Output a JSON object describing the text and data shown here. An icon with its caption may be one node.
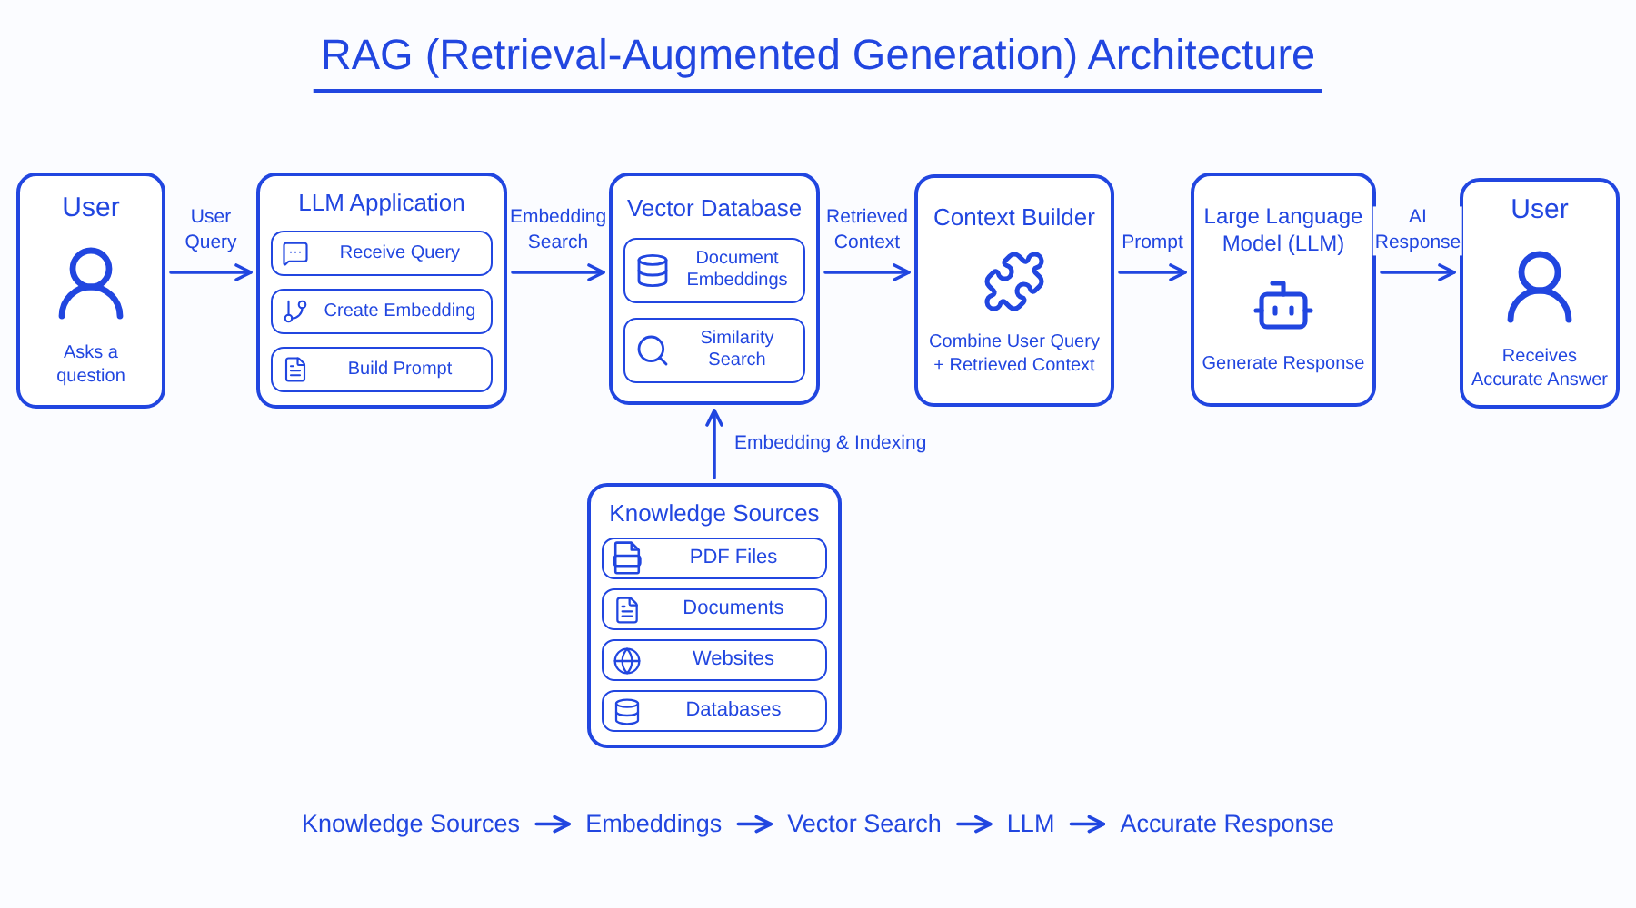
{
  "diagram": {
    "title": "RAG (Retrieval-Augmented Generation) Architecture",
    "nodes": [
      {
        "text": [
          "User",
          "Asks a question"
        ]
      },
      {
        "text": [
          "LLM Application"
        ]
      },
      {
        "text": [
          "Receive Query"
        ],
        "in": 1
      },
      {
        "text": [
          "Create Embedding"
        ],
        "in": 1
      },
      {
        "text": [
          "Build Prompt"
        ],
        "in": 1
      },
      {
        "text": [
          "Vector Database"
        ]
      },
      {
        "text": [
          "Document Embeddings"
        ],
        "in": 5
      },
      {
        "text": [
          "Similarity Search"
        ],
        "in": 5
      },
      {
        "text": [
          "Context Builder",
          "Combine User Query + Retrieved Context"
        ]
      },
      {
        "text": [
          "Large Language Model (LLM)",
          "Generate Response"
        ]
      },
      {
        "text": [
          "User",
          "Receives Accurate Answer"
        ]
      },
      {
        "text": [
          "Knowledge Sources"
        ]
      },
      {
        "text": [
          "PDF Files"
        ],
        "in": 11
      },
      {
        "text": [
          "Documents"
        ],
        "in": 11
      },
      {
        "text": [
          "Websites"
        ],
        "in": 11
      },
      {
        "text": [
          "Databases"
        ],
        "in": 11
      },
      {
        "text": [
          "Knowledge Sources"
        ]
      },
      {
        "text": [
          "Embeddings"
        ]
      },
      {
        "text": [
          "Vector Search"
        ]
      },
      {
        "text": [
          "LLM"
        ]
      },
      {
        "text": [
          "Accurate Response"
        ]
      }
    ],
    "edges": [
      {
        "from": 0,
        "to": 1,
        "arrow": "to",
        "label": "User Query"
      },
      {
        "from": 1,
        "to": 5,
        "arrow": "to",
        "label": "Embedding Search"
      },
      {
        "from": 5,
        "to": 8,
        "arrow": "to",
        "label": "Retrieved Context"
      },
      {
        "from": 8,
        "to": 9,
        "arrow": "to",
        "label": "Prompt"
      },
      {
        "from": 9,
        "to": 10,
        "arrow": "to",
        "label": "AI Response"
      },
      {
        "from": 11,
        "to": 5,
        "arrow": "to",
        "label": "Embedding & Indexing"
      },
      {
        "from": 16,
        "to": 17,
        "arrow": "to"
      },
      {
        "from": 17,
        "to": 18,
        "arrow": "to"
      },
      {
        "from": 18,
        "to": 19,
        "arrow": "to"
      },
      {
        "from": 19,
        "to": 20,
        "arrow": "to"
      }
    ]
  }
}
